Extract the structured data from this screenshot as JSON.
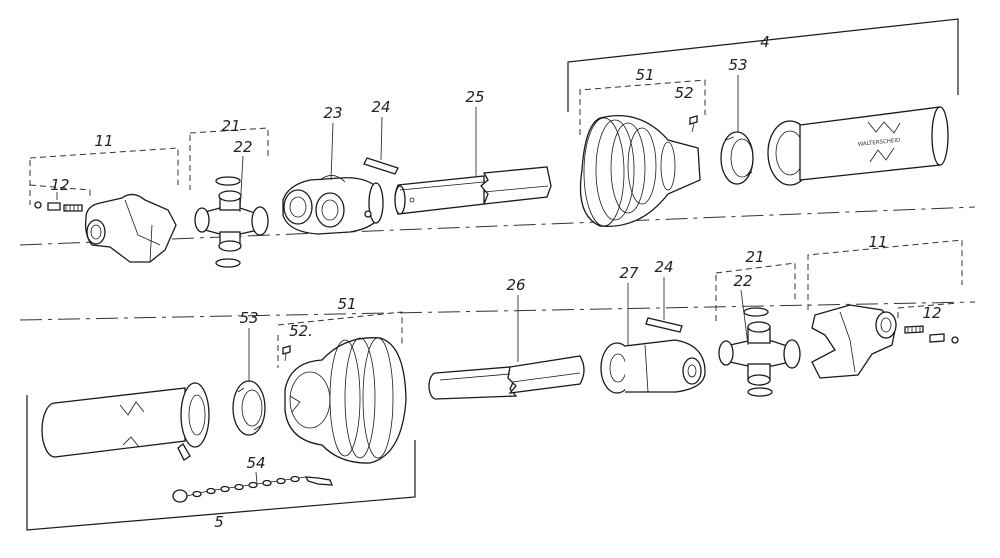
{
  "diagram": {
    "labels": {
      "assembly_upper": "4",
      "assembly_lower": "5",
      "yoke_upper": "11",
      "yoke_lower": "11",
      "bolt_upper": "12",
      "bolt_lower": "12",
      "cross_upper": "21",
      "cross_lower": "21",
      "bearing_upper": "22",
      "bearing_lower": "22",
      "inner_yoke": "23",
      "pin_upper": "24",
      "pin_lower": "24",
      "profile_tube_upper": "25",
      "profile_tube_lower": "26",
      "inner_yoke_lower": "27",
      "guard_cone_upper": "51",
      "guard_cone_lower": "51",
      "screw_upper": "52",
      "screw_lower": "52.",
      "bearing_ring_upper": "53",
      "bearing_ring_lower": "53",
      "chain": "54",
      "tube_marking": "WALTERSCHEID"
    }
  }
}
